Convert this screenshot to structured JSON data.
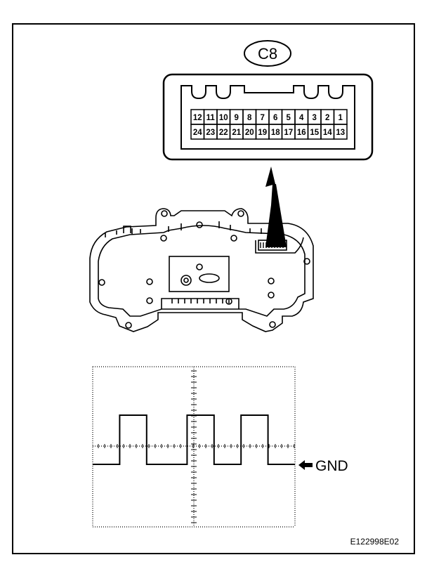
{
  "connector": {
    "label": "C8",
    "pins_top": [
      "12",
      "11",
      "10",
      "9",
      "8",
      "7",
      "6",
      "5",
      "4",
      "3",
      "2",
      "1"
    ],
    "pins_bottom": [
      "24",
      "23",
      "22",
      "21",
      "20",
      "19",
      "18",
      "17",
      "16",
      "15",
      "14",
      "13"
    ]
  },
  "waveform": {
    "ground_label": "GND",
    "levels": [
      0,
      0,
      1,
      1,
      0,
      0,
      0,
      1,
      1,
      0,
      0,
      1,
      1,
      0,
      0
    ]
  },
  "figure_code": "E122998E02"
}
